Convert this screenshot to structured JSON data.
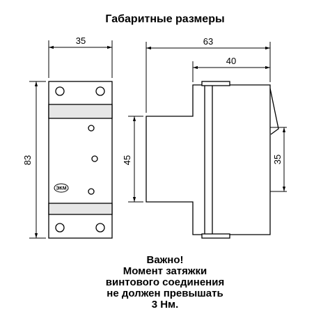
{
  "title": "Габаритные размеры",
  "dimensions": {
    "front_width": "35",
    "front_height": "83",
    "side_width": "63",
    "side_top_depth": "40",
    "side_mid_height": "45",
    "side_rail_height": "35"
  },
  "logo_text": "ЭКМ",
  "note": {
    "line1": "Важно!",
    "line2": "Момент затяжки",
    "line3": "винтового соединения",
    "line4": "не должен превышать",
    "line5": "3 Нм."
  }
}
